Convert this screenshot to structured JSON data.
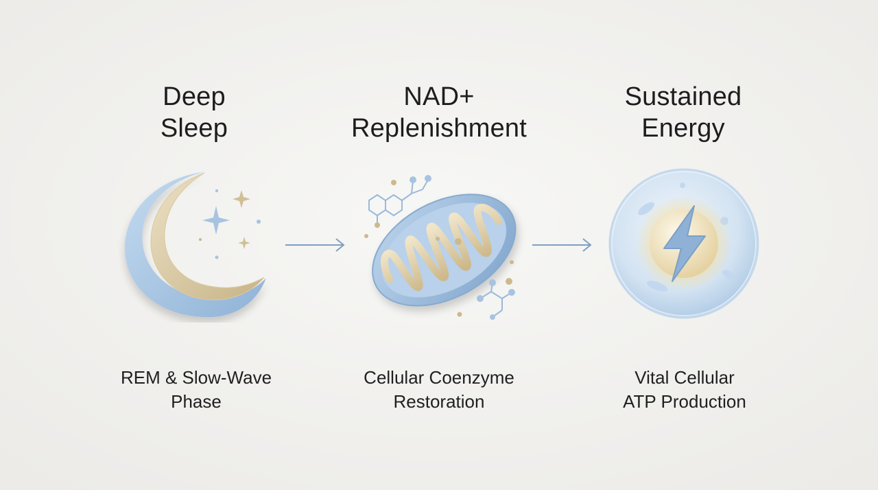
{
  "steps": [
    {
      "title_line1": "Deep",
      "title_line2": "Sleep",
      "caption_line1": "REM & Slow-Wave",
      "caption_line2": "Phase",
      "icon": "crescent-moon-icon"
    },
    {
      "title_line1": "NAD+",
      "title_line2": "Replenishment",
      "caption_line1": "Cellular Coenzyme",
      "caption_line2": "Restoration",
      "icon": "mitochondrion-icon"
    },
    {
      "title_line1": "Sustained",
      "title_line2": "Energy",
      "caption_line1": "Vital Cellular",
      "caption_line2": "ATP Production",
      "icon": "lightning-cell-icon"
    }
  ],
  "colors": {
    "background": "#f4f4f2",
    "accent_blue": "#a9c6e3",
    "accent_blue_dark": "#7ea3c9",
    "accent_gold": "#cdb98e",
    "text": "#1f1f1f"
  }
}
